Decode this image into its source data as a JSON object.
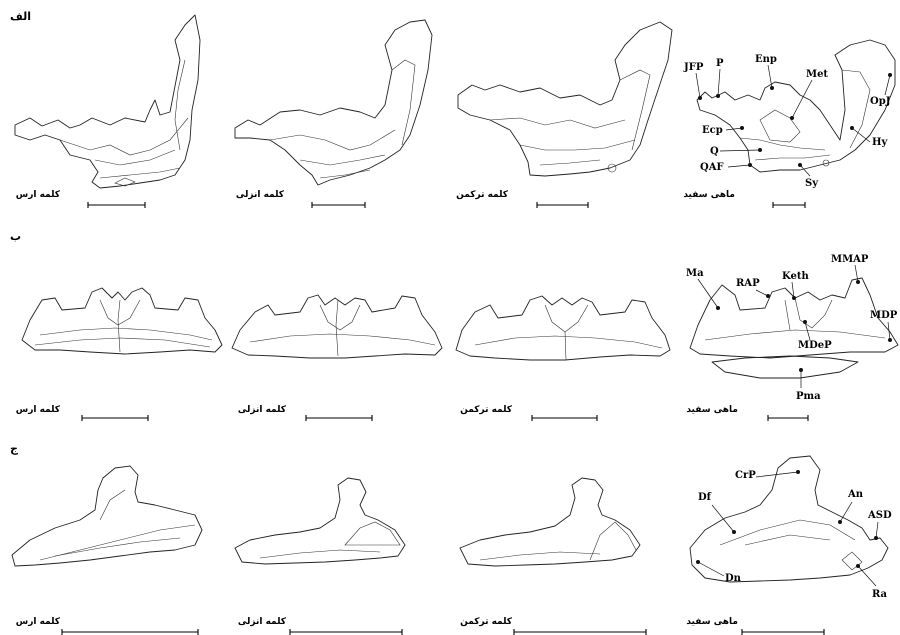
{
  "rows": [
    {
      "label": "الف",
      "captions": [
        "کلمه ارس",
        "کلمه انزلی",
        "کلمه ترکمن",
        "ماهی سفید"
      ]
    },
    {
      "label": "ب",
      "captions": [
        "کلمه ارس",
        "کلمه انزلی",
        "کلمه ترکمن",
        "ماهی سفید"
      ]
    },
    {
      "label": "ج",
      "captions": [
        "کلمه ارس",
        "کلمه انزلی",
        "کلمه ترکمن",
        "ماهی سفید"
      ]
    }
  ],
  "labels_a": [
    "JFP",
    "P",
    "Enp",
    "Met",
    "OpJ",
    "Hy",
    "Ecp",
    "Q",
    "QAF",
    "Sy"
  ],
  "labels_b": [
    "Ma",
    "RAP",
    "Keth",
    "MMAP",
    "MDP",
    "MDeP",
    "Pma"
  ],
  "labels_c": [
    "CrP",
    "Df",
    "An",
    "ASD",
    "Dn",
    "Ra"
  ]
}
